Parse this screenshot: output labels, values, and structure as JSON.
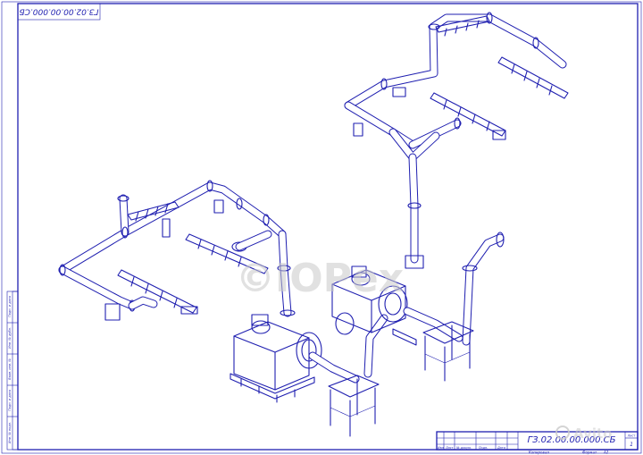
{
  "drawing": {
    "designation_top": "ГЗ.02.00.00.000.СБ",
    "designation_title": "ГЗ.02.00.00.000.СБ",
    "sheet_label": "Лист",
    "sheet_number": "1",
    "copied_label": "Копировал",
    "format_label": "Формат",
    "format_value": "А2",
    "stamp_columns": [
      "Изм",
      "Лист",
      "№ докум.",
      "Подп.",
      "Дата"
    ],
    "side_stamp": [
      "Инв. № подл.",
      "Подп. и дата",
      "Взам. инв. №",
      "Инв. № дубл.",
      "Подп. и дата"
    ]
  },
  "watermarks": {
    "center": "©IOPex",
    "corner": "Avito"
  },
  "colors": {
    "line": "#1f1fb0",
    "paper": "#ffffff",
    "watermark": "#c9c9c9"
  }
}
